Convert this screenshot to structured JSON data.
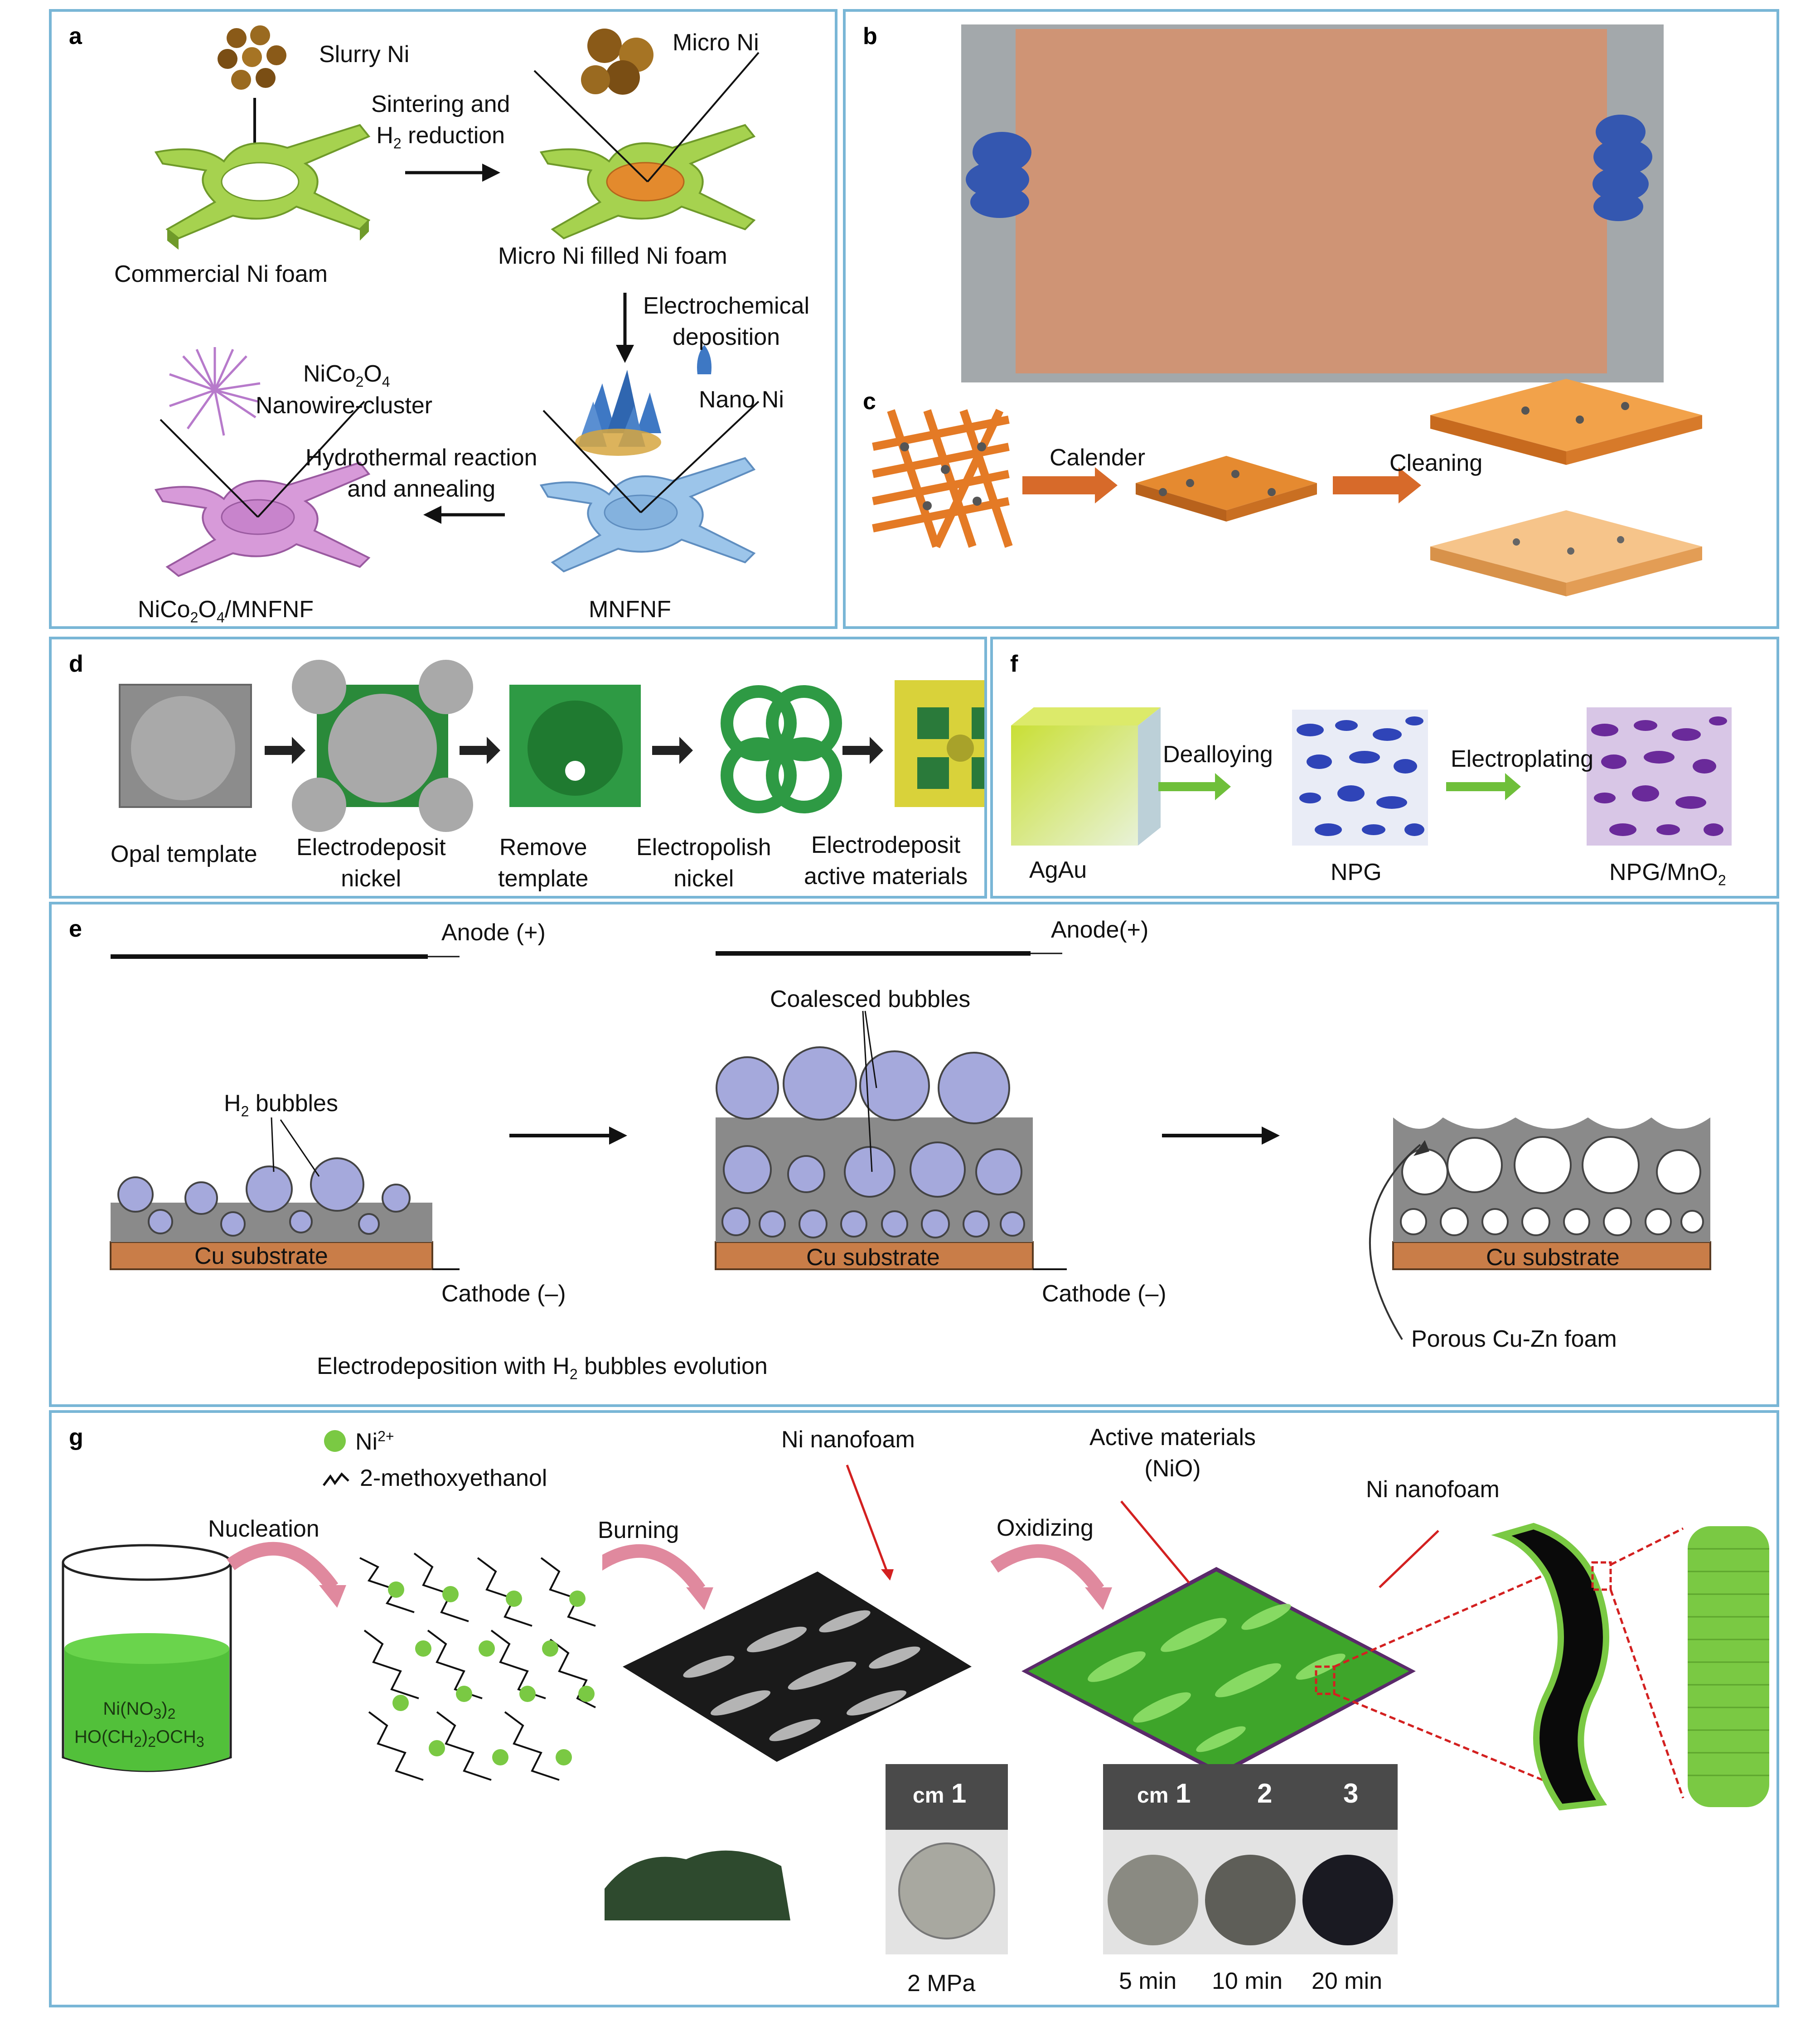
{
  "panels": {
    "a": {
      "label": "a",
      "slurry_ni": "Slurry Ni",
      "micro_ni": "Micro Ni",
      "sintering": [
        "Sintering and",
        "H",
        "2",
        " reduction"
      ],
      "commercial": "Commercial Ni foam",
      "micro_filled": "Micro Ni filled Ni foam",
      "electrochemical": [
        "Electrochemical",
        "deposition"
      ],
      "nico_label": [
        "NiCo",
        "2",
        "O",
        "4"
      ],
      "nanowire": "Nanowire-cluster",
      "nano_ni": "Nano Ni",
      "hydrothermal": [
        "Hydrothermal reaction",
        "and annealing"
      ],
      "mnfnf": "MNFNF",
      "nico_mnfnf": [
        "NiCo",
        "2",
        "O",
        "4",
        "/MNFNF"
      ]
    },
    "b": {
      "label": "b"
    },
    "c": {
      "label": "c",
      "calender": "Calender",
      "cleaning": "Cleaning"
    },
    "d": {
      "label": "d",
      "steps": [
        [
          "Opal template"
        ],
        [
          "Electrodeposit",
          "nickel"
        ],
        [
          "Remove",
          "template"
        ],
        [
          "Electropolish",
          "nickel"
        ],
        [
          "Electrodeposit",
          "active materials"
        ]
      ]
    },
    "f": {
      "label": "f",
      "agau": "AgAu",
      "dealloying": "Dealloying",
      "npg": "NPG",
      "electroplating": "Electroplating",
      "npg_mno2": [
        "NPG/MnO",
        "2"
      ]
    },
    "e": {
      "label": "e",
      "anode1": "Anode (+)",
      "anode2": "Anode(+)",
      "coalesced": "Coalesced bubbles",
      "h2_bubbles": [
        "H",
        "2",
        " bubbles"
      ],
      "cu_substrate": "Cu substrate",
      "cathode1": "Cathode (–)",
      "cathode2": "Cathode (–)",
      "porous": "Porous Cu-Zn foam",
      "caption": [
        "Electrodeposition with H",
        "2",
        " bubbles evolution"
      ]
    },
    "g": {
      "label": "g",
      "ni_legend": [
        "Ni",
        "2+"
      ],
      "methoxy_legend": "2-methoxyethanol",
      "nucleation": "Nucleation",
      "burning": "Burning",
      "oxidizing": "Oxidizing",
      "ni_nanofoam_1": "Ni nanofoam",
      "active_materials": [
        "Active materials",
        "(NiO)"
      ],
      "ni_nanofoam_2": "Ni nanofoam",
      "beaker_text": [
        "Ni(NO",
        "3",
        ")",
        "2",
        "HO(CH",
        "2",
        ")",
        "2",
        "OCH",
        "3"
      ],
      "ruler_unit": "cm",
      "ruler_nums": [
        "1",
        "2",
        "3"
      ],
      "pressure": "2 MPa",
      "times": [
        "5 min",
        "10 min",
        "20 min"
      ]
    }
  },
  "colors": {
    "frame": "#79b6d6",
    "foam_green": "#a6d24f",
    "foam_blue": "#9cc5ea",
    "foam_purple": "#d79ad9",
    "copper": "#c97d48",
    "bubble": "#a5a9dc",
    "green_arrow": "#6fbf3a",
    "pink_arrow": "#e0899e",
    "ni_green": "#7ac943"
  }
}
